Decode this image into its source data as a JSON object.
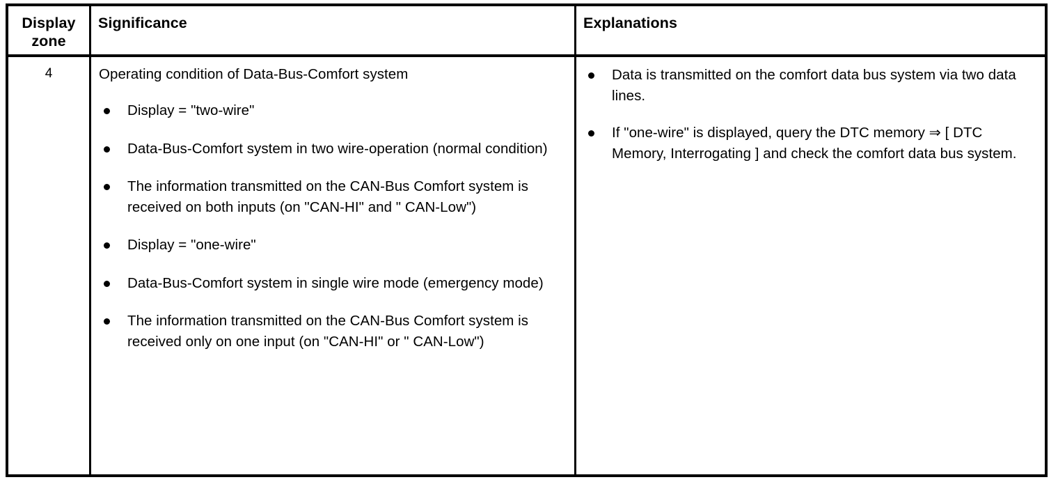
{
  "table": {
    "headers": {
      "zone": "Display zone",
      "zone_line1": "Display",
      "zone_line2": "zone",
      "significance": "Significance",
      "explanations": "Explanations"
    },
    "rows": [
      {
        "zone": "4",
        "significance": {
          "intro": "Operating condition of Data-Bus-Comfort system",
          "bullets": [
            "Display = \"two-wire\"",
            "Data-Bus-Comfort system in two wire-operation (normal condition)",
            "The information transmitted on the CAN-Bus Comfort system is received on both inputs (on \"CAN-HI\" and \" CAN-Low\")",
            "Display = \"one-wire\"",
            "Data-Bus-Comfort system in single wire mode (emergency mode)",
            "The information transmitted on the CAN-Bus Comfort system is received only on one input (on \"CAN-HI\" or \" CAN-Low\")"
          ]
        },
        "explanations": {
          "bullets": [
            "Data is transmitted on the comfort data bus system via two data lines.",
            "If \"one-wire\" is displayed, query the DTC memory ⇒ [ DTC Memory, Interrogating ] and check the comfort data bus system."
          ]
        }
      }
    ]
  },
  "colors": {
    "text": "#000000",
    "background": "#ffffff",
    "border": "#000000"
  }
}
